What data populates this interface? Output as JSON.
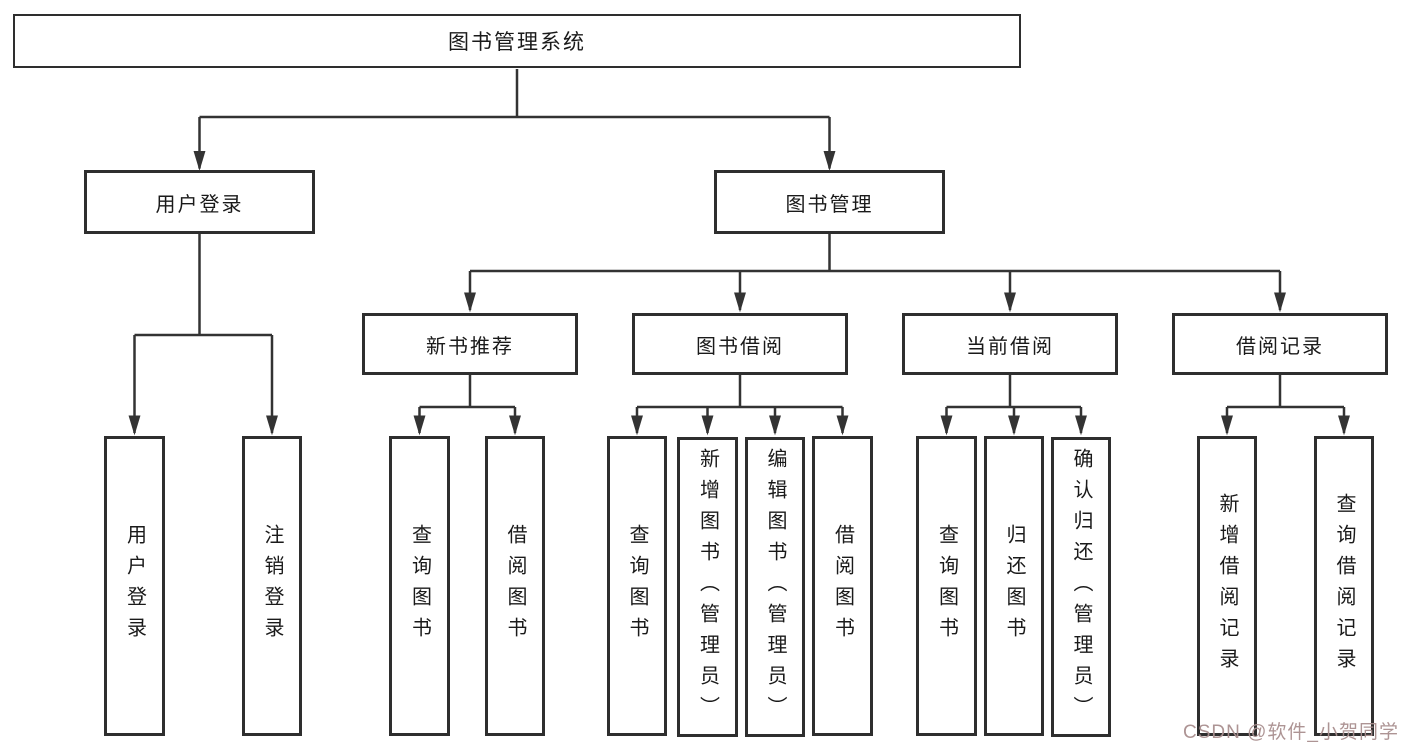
{
  "diagram": {
    "type": "functional-structure-tree",
    "colors": {
      "line": "#333333",
      "box_border": "#2e2e2e",
      "box_background": "#ffffff",
      "text": "#1a1a1a",
      "watermark": "#a98f8f"
    }
  },
  "tree": {
    "root": {
      "label": "图书管理系统",
      "children": [
        {
          "label": "用户登录",
          "children": [
            {
              "label": "用户登录"
            },
            {
              "label": "注销登录"
            }
          ]
        },
        {
          "label": "图书管理",
          "children": [
            {
              "label": "新书推荐",
              "children": [
                {
                  "label": "查询图书"
                },
                {
                  "label": "借阅图书"
                }
              ]
            },
            {
              "label": "图书借阅",
              "children": [
                {
                  "label": "查询图书"
                },
                {
                  "label": "新增图书（管理员）"
                },
                {
                  "label": "编辑图书（管理员）"
                },
                {
                  "label": "借阅图书"
                }
              ]
            },
            {
              "label": "当前借阅",
              "children": [
                {
                  "label": "查询图书"
                },
                {
                  "label": "归还图书"
                },
                {
                  "label": "确认归还（管理员）"
                }
              ]
            },
            {
              "label": "借阅记录",
              "children": [
                {
                  "label": "新增借阅记录"
                },
                {
                  "label": "查询借阅记录"
                }
              ]
            }
          ]
        }
      ]
    }
  },
  "watermark": {
    "text": "CSDN @软件_小贺同学"
  }
}
